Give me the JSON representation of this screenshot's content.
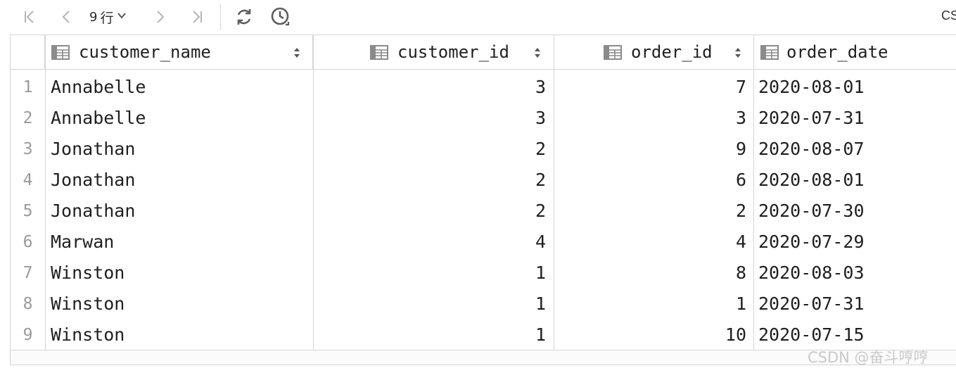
{
  "toolbar": {
    "rows_count": "9",
    "rows_unit": "行",
    "right_label": "CS",
    "icons": [
      "first-page-icon",
      "prev-page-icon",
      "chevron-down-icon",
      "next-page-icon",
      "last-page-icon",
      "refresh-icon",
      "history-icon"
    ]
  },
  "columns": [
    {
      "name": "customer_name",
      "align": "left"
    },
    {
      "name": "customer_id",
      "align": "right"
    },
    {
      "name": "order_id",
      "align": "right"
    },
    {
      "name": "order_date",
      "align": "left"
    }
  ],
  "rows": [
    {
      "idx": "1",
      "customer_name": "Annabelle",
      "customer_id": "3",
      "order_id": "7",
      "order_date": "2020-08-01"
    },
    {
      "idx": "2",
      "customer_name": "Annabelle",
      "customer_id": "3",
      "order_id": "3",
      "order_date": "2020-07-31"
    },
    {
      "idx": "3",
      "customer_name": "Jonathan",
      "customer_id": "2",
      "order_id": "9",
      "order_date": "2020-08-07"
    },
    {
      "idx": "4",
      "customer_name": "Jonathan",
      "customer_id": "2",
      "order_id": "6",
      "order_date": "2020-08-01"
    },
    {
      "idx": "5",
      "customer_name": "Jonathan",
      "customer_id": "2",
      "order_id": "2",
      "order_date": "2020-07-30"
    },
    {
      "idx": "6",
      "customer_name": "Marwan",
      "customer_id": "4",
      "order_id": "4",
      "order_date": "2020-07-29"
    },
    {
      "idx": "7",
      "customer_name": "Winston",
      "customer_id": "1",
      "order_id": "8",
      "order_date": "2020-08-03"
    },
    {
      "idx": "8",
      "customer_name": "Winston",
      "customer_id": "1",
      "order_id": "1",
      "order_date": "2020-07-31"
    },
    {
      "idx": "9",
      "customer_name": "Winston",
      "customer_id": "1",
      "order_id": "10",
      "order_date": "2020-07-15"
    }
  ],
  "watermark": "CSDN @奋斗哼哼",
  "colors": {
    "icon": "#6e6e6e",
    "icon_disabled": "#b5b5b5",
    "border": "#d4d4d4",
    "row_index": "#9a9a9a"
  }
}
